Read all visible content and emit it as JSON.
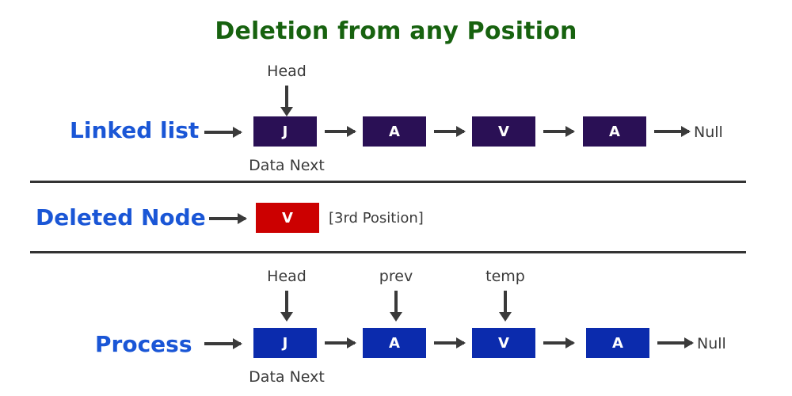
{
  "title": "Deletion from any Position",
  "colors": {
    "title_green": "#17620f",
    "label_blue": "#1a56d6",
    "node_dark": "#2a1055",
    "node_blue": "#0b2bad",
    "node_red": "#cc0000",
    "arrow_gray": "#3a3a3a",
    "background": "#ffffff"
  },
  "rows": {
    "linked_list": {
      "label": "Linked list",
      "pointer_label": "Head",
      "field_caption": "Data Next",
      "nodes": [
        {
          "value": "J"
        },
        {
          "value": "A"
        },
        {
          "value": "V"
        },
        {
          "value": "A"
        }
      ],
      "terminator": "Null"
    },
    "deleted_node": {
      "label": "Deleted Node",
      "node": {
        "value": "V"
      },
      "position_note": "[3rd Position]"
    },
    "process": {
      "label": "Process",
      "pointer_labels": [
        "Head",
        "prev",
        "temp"
      ],
      "field_caption": "Data Next",
      "nodes": [
        {
          "value": "J"
        },
        {
          "value": "A"
        },
        {
          "value": "V"
        },
        {
          "value": "A"
        }
      ],
      "terminator": "Null"
    }
  }
}
